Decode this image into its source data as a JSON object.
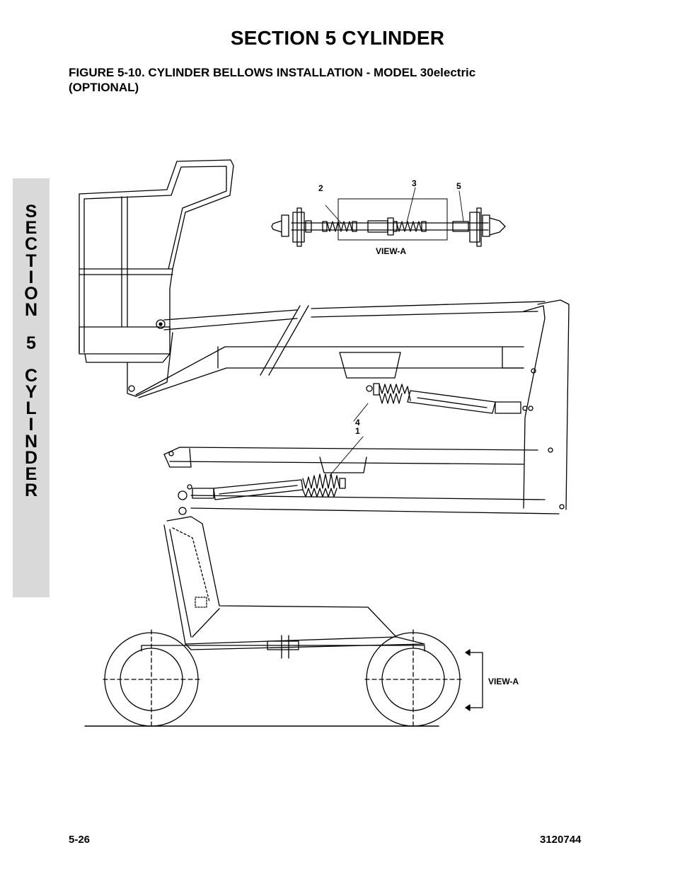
{
  "header": {
    "section_title": "SECTION 5  CYLINDER",
    "figure_title_line1": "FIGURE 5-10.  CYLINDER BELLOWS INSTALLATION - MODEL 30electric",
    "figure_title_line2": "(OPTIONAL)"
  },
  "sidetab": {
    "letters": [
      "S",
      "E",
      "C",
      "T",
      "I",
      "O",
      "N",
      "",
      "5",
      "",
      "C",
      "Y",
      "L",
      "I",
      "N",
      "D",
      "E",
      "R"
    ]
  },
  "callouts": {
    "view_a_label_top": "VIEW-A",
    "view_a_label_side": "VIEW-A",
    "n2": "2",
    "n3": "3",
    "n5": "5",
    "n4": "4",
    "n1": "1"
  },
  "footer": {
    "page_number": "5-26",
    "doc_number": "3120744"
  }
}
